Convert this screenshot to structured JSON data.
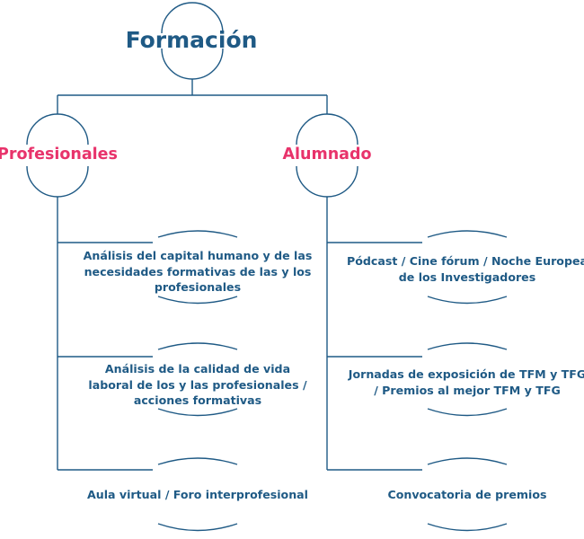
{
  "diagram": {
    "root": {
      "label": "Formación"
    },
    "branches": [
      {
        "label": "Profesionales",
        "leaves": [
          "Análisis del capital humano y de las necesidades formativas de las y los profesionales",
          "Análisis de la calidad de vida laboral de los y las profesionales / acciones formativas",
          "Aula virtual / Foro interprofesional"
        ]
      },
      {
        "label": "Alumnado",
        "leaves": [
          "Pódcast / Cine fórum / Noche Europea de los Investigadores",
          "Jornadas de exposición de TFM y TFG / Premios al mejor TFM y TFG",
          "Convocatoria de premios"
        ]
      }
    ]
  },
  "colors": {
    "line": "#1f5a85",
    "root_text": "#1f5a85",
    "branch_text": "#e8336b",
    "leaf_text": "#1f5a85"
  }
}
